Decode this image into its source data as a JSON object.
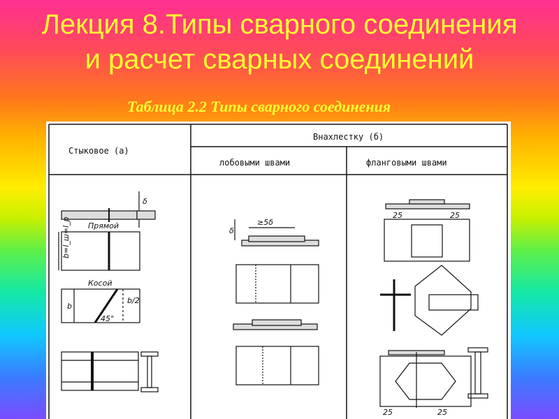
{
  "title": {
    "line1": "Лекция 8.Типы сварного соединения",
    "line2": "и расчет сварных соединений"
  },
  "subtitle": "Таблица 2.2 Типы сварного соединения",
  "table": {
    "header_butt": "Стыковое (а)",
    "header_lap": "Внахлестку (б)",
    "header_frontal": "лобовыми швами",
    "header_flank": "фланговыми швами",
    "label_straight": "Прямой",
    "label_oblique": "Косой",
    "label_delta": "δ",
    "label_b_formula": "b=l_ш=l_р",
    "label_b": "b",
    "label_b_half": "b/2",
    "label_angle": "45°",
    "label_5delta": "≥5δ",
    "label_25": "25"
  }
}
